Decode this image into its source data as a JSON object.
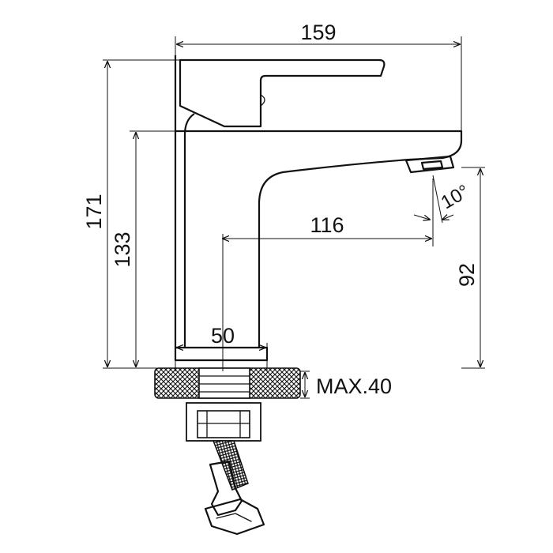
{
  "dimensions": {
    "overall_width": "159",
    "overall_height": "171",
    "spout_height": "133",
    "spout_reach": "116",
    "base_diameter": "50",
    "outlet_height": "92",
    "outlet_angle": "10°",
    "max_mount_thickness": "MAX.40"
  }
}
